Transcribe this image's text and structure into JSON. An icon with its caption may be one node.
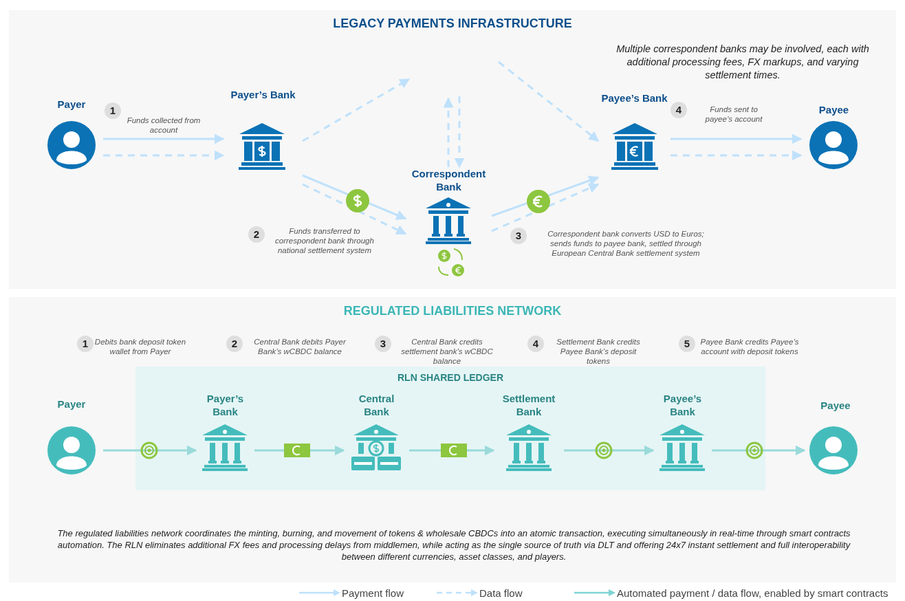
{
  "diagram": {
    "nodes": [
      {
        "text": [
          "LEGACY PAYMENTS INFRASTRUCTURE",
          "Multiple correspondent banks may be involved, each with additional processing fees, FX markups, and varying settlement times."
        ]
      },
      {
        "text": [
          "Payer"
        ],
        "in": 0
      },
      {
        "text": [
          "Payer’s Bank"
        ],
        "in": 0
      },
      {
        "text": [
          "Correspondent Bank"
        ],
        "in": 0
      },
      {
        "text": [
          "Payee’s Bank"
        ],
        "in": 0
      },
      {
        "text": [
          "Payee"
        ],
        "in": 0
      },
      {
        "text": [
          "REGULATED LIABILITIES NETWORK",
          "The regulated liabilities network coordinates the minting, burning, and movement of tokens & wholesale CBDCs into an atomic transaction, executing simultaneously in real-time through smart contracts automation. The RLN eliminates additional FX fees and processing delays from middlemen, while acting as the single source of truth via DLT and offering 24x7 instant settlement and full interoperability between different currencies, asset classes, and players."
        ]
      },
      {
        "text": [
          "Payer"
        ],
        "in": 6
      },
      {
        "text": [
          "RLN SHARED LEDGER"
        ],
        "in": 6
      },
      {
        "text": [
          "Payer’s Bank"
        ],
        "in": 8
      },
      {
        "text": [
          "Central Bank"
        ],
        "in": 8
      },
      {
        "text": [
          "Settlement Bank"
        ],
        "in": 8
      },
      {
        "text": [
          "Payee’s Bank"
        ],
        "in": 8
      },
      {
        "text": [
          "Payee"
        ],
        "in": 6
      }
    ],
    "edges": [
      {
        "from": 1,
        "to": 2,
        "arrow": "to"
      },
      {
        "from": 1,
        "to": 2,
        "arrow": "to",
        "style": "dashed"
      },
      {
        "from": 2,
        "to": null,
        "arrow": "to",
        "style": "dashed"
      },
      {
        "from": 3,
        "to": null,
        "arrow": "to",
        "style": "dashed"
      },
      {
        "from": null,
        "to": 3,
        "arrow": "to",
        "style": "dashed"
      },
      {
        "from": null,
        "to": 4,
        "arrow": "to",
        "style": "dashed"
      },
      {
        "from": 2,
        "to": 3,
        "arrow": "to"
      },
      {
        "from": 2,
        "to": 3,
        "arrow": "to",
        "style": "dashed"
      },
      {
        "from": 3,
        "to": 4,
        "arrow": "to"
      },
      {
        "from": 3,
        "to": 4,
        "arrow": "to",
        "style": "dashed"
      },
      {
        "from": 4,
        "to": 5,
        "arrow": "to"
      },
      {
        "from": 4,
        "to": 5,
        "arrow": "to",
        "style": "dashed"
      },
      {
        "from": 7,
        "to": 9,
        "arrow": "to",
        "color": "#9adada"
      },
      {
        "from": 9,
        "to": 10,
        "arrow": "to",
        "color": "#9adada"
      },
      {
        "from": 10,
        "to": 11,
        "arrow": "to",
        "color": "#9adada"
      },
      {
        "from": 11,
        "to": 12,
        "arrow": "to",
        "color": "#9adada"
      },
      {
        "from": 12,
        "to": 13,
        "arrow": "to",
        "color": "#9adada"
      }
    ],
    "labels": [
      "1",
      "Funds collected from account",
      "4",
      "Funds sent to payee’s account",
      "2",
      "Funds transferred to correspondent bank through national settlement system",
      "3",
      "Correspondent bank converts USD to Euros; sends funds to payee bank, settled through European Central Bank settlement system",
      "1",
      "Debits bank deposit token wallet from Payer",
      "2",
      "Central Bank debits Payer Bank’s wCBDC balance",
      "3",
      "Central Bank credits settlement bank’s wCBDC balance",
      "4",
      "Settlement Bank credits Payee Bank’s deposit tokens",
      "5",
      "Payee Bank credits Payee’s account with deposit tokens"
    ],
    "legend": [
      {
        "text": "Payment flow"
      },
      {
        "text": "Data flow"
      },
      {
        "text": "Automated payment / data flow, enabled by smart contracts"
      }
    ]
  }
}
